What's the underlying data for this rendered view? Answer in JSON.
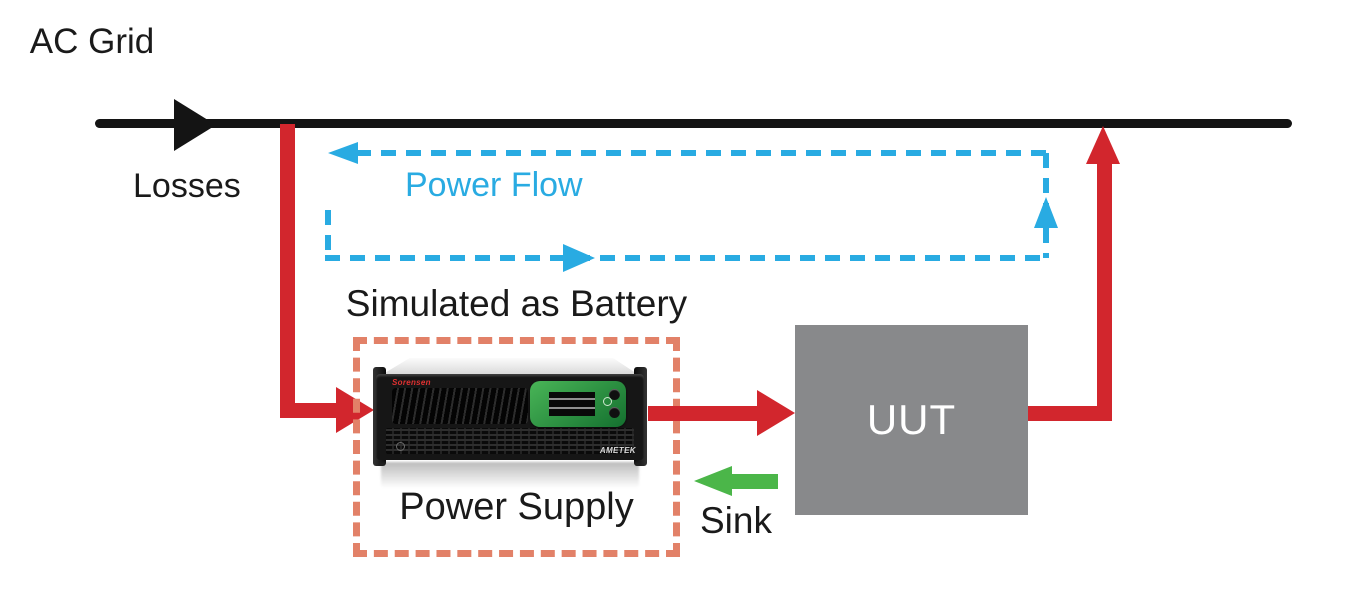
{
  "diagram": {
    "grid": {
      "label": "AC Grid",
      "losses_label": "Losses"
    },
    "power_flow": {
      "label": "Power Flow"
    },
    "battery_group": {
      "caption_top": "Simulated as Battery",
      "caption_bottom": "Power Supply"
    },
    "device": {
      "brand": "Sorensen",
      "logo": "AMETEK"
    },
    "uut": {
      "label": "UUT"
    },
    "sink": {
      "label": "Sink"
    }
  },
  "colors": {
    "line_black": "#141414",
    "power_red": "#d2262d",
    "flow_cyan": "#29abe2",
    "battery_salmon": "#e28168",
    "sink_green": "#4bb649",
    "uut_gray": "#88898b",
    "text_black": "#1a1a1a"
  }
}
